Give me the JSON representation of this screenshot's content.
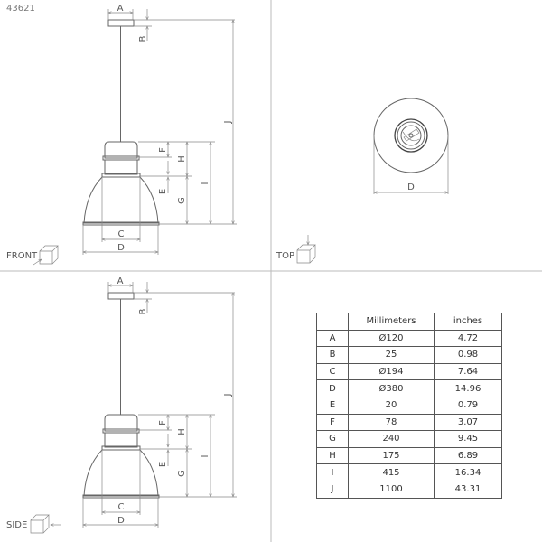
{
  "product_code": "43621",
  "views": {
    "front": "FRONT",
    "top": "TOP",
    "side": "SIDE"
  },
  "dimension_labels": {
    "A": "A",
    "B": "B",
    "C": "C",
    "D": "D",
    "E": "E",
    "F": "F",
    "G": "G",
    "H": "H",
    "I": "I",
    "J": "J"
  },
  "table": {
    "headers": [
      "",
      "Millimeters",
      "inches"
    ],
    "rows": [
      [
        "A",
        "Ø120",
        "4.72"
      ],
      [
        "B",
        "25",
        "0.98"
      ],
      [
        "C",
        "Ø194",
        "7.64"
      ],
      [
        "D",
        "Ø380",
        "14.96"
      ],
      [
        "E",
        "20",
        "0.79"
      ],
      [
        "F",
        "78",
        "3.07"
      ],
      [
        "G",
        "240",
        "9.45"
      ],
      [
        "H",
        "175",
        "6.89"
      ],
      [
        "I",
        "415",
        "16.34"
      ],
      [
        "J",
        "1100",
        "43.31"
      ]
    ]
  }
}
